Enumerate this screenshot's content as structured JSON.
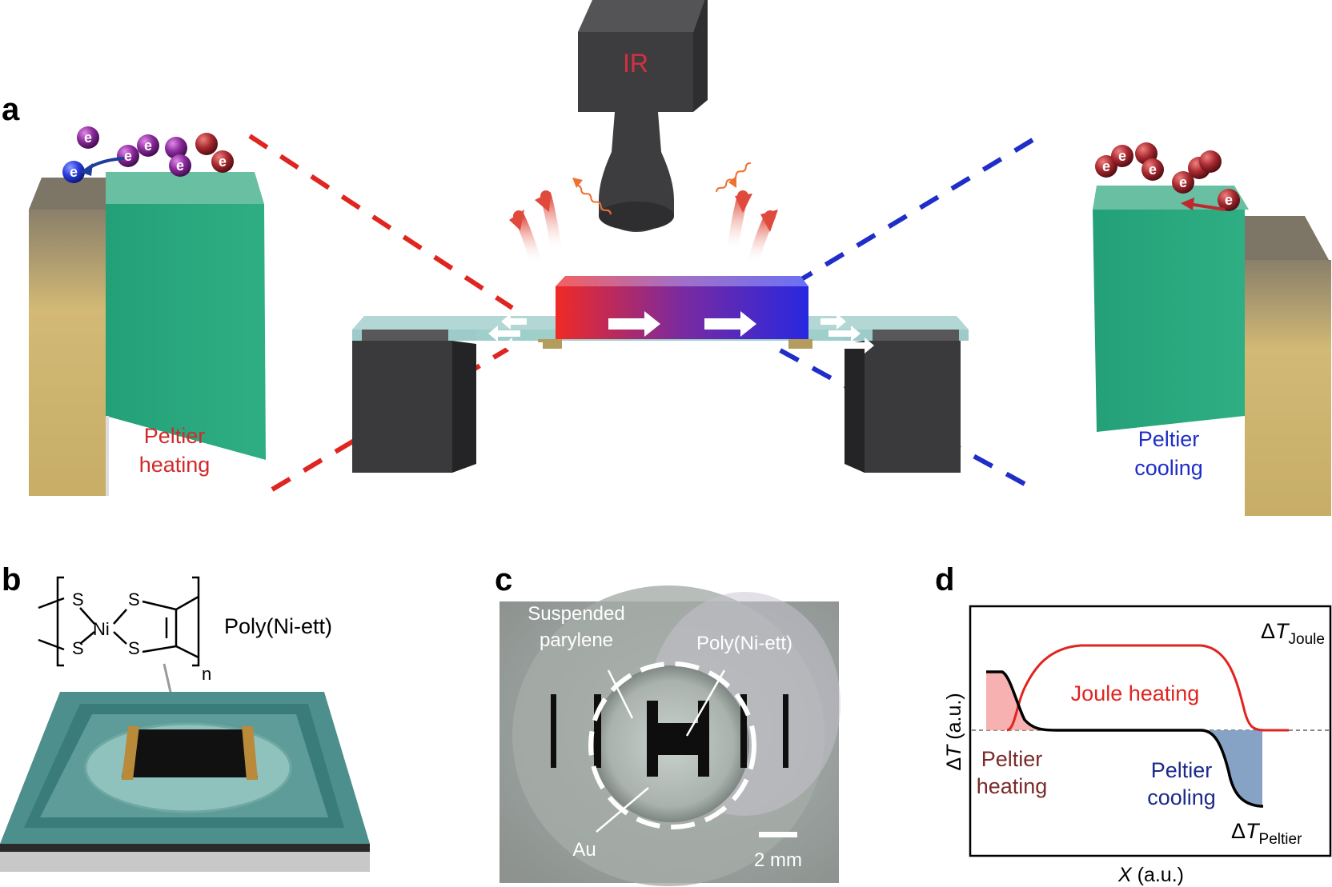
{
  "panels": {
    "a": {
      "letter": "a",
      "camera_label": "IR",
      "left_label": [
        "Peltier",
        "heating"
      ],
      "right_label": [
        "Peltier",
        "cooling"
      ],
      "electron_symbol": "e"
    },
    "b": {
      "letter": "b",
      "polymer_label": "Poly(Ni-ett)",
      "atom_s": "S",
      "atom_ni": "Ni",
      "subscript_n": "n"
    },
    "c": {
      "letter": "c",
      "label_suspended": [
        "Suspended",
        "parylene"
      ],
      "label_poly": "Poly(Ni-ett)",
      "label_au": "Au",
      "scale_bar": "2 mm"
    },
    "d": {
      "letter": "d",
      "label_joule_heating": "Joule heating",
      "label_peltier_heating": [
        "Peltier",
        "heating"
      ],
      "label_peltier_cooling": [
        "Peltier",
        "cooling"
      ],
      "delta_t_joule": {
        "delta": "Δ",
        "symbol": "T",
        "sub": "Joule"
      },
      "delta_t_peltier": {
        "delta": "Δ",
        "symbol": "T",
        "sub": "Peltier"
      },
      "y_axis": {
        "delta": "Δ",
        "symbol": "T",
        "unit": " (a.u.)"
      },
      "x_axis": {
        "symbol": "X",
        "unit": " (a.u.)"
      }
    }
  },
  "colors": {
    "heating_red": "#e0241f",
    "cooling_blue": "#1f2ec8",
    "peltier_heating_text": "#7a2a2a",
    "peltier_cooling_text": "#1c2a8a",
    "green_block": "#2aa57c",
    "gold": "#c9b06a",
    "dark_block": "#3a3a3c"
  }
}
